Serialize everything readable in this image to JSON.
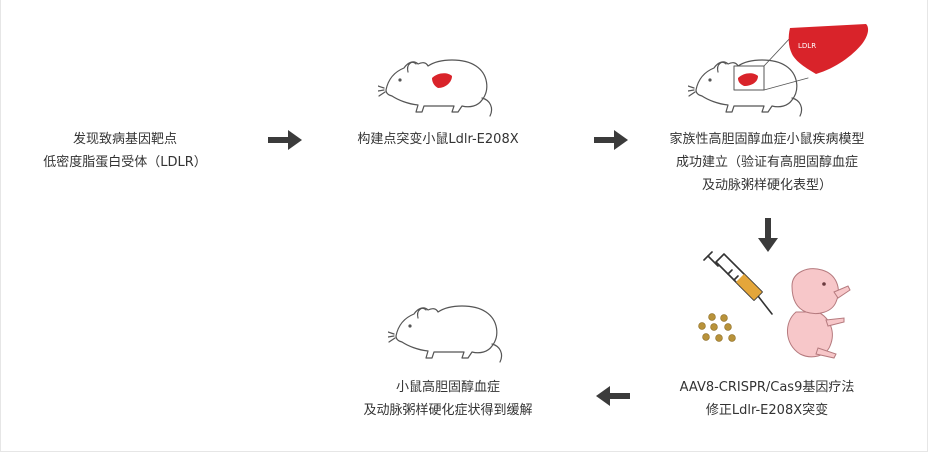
{
  "steps": {
    "s1": {
      "line1": "发现致病基因靶点",
      "line2": "低密度脂蛋白受体（LDLR）"
    },
    "s2": {
      "line1": "构建点突变小鼠Ldlr-E208X"
    },
    "s3": {
      "line1": "家族性高胆固醇血症小鼠疾病模型",
      "line2": "成功建立（验证有高胆固醇血症",
      "line3": "及动脉粥样硬化表型）"
    },
    "s4": {
      "line1": "AAV8-CRISPR/Cas9基因疗法",
      "line2": "修正Ldlr-E208X突变"
    },
    "s5": {
      "line1": "小鼠高胆固醇血症",
      "line2": "及动脉粥样硬化症状得到缓解"
    }
  },
  "liver_label": "LDLR",
  "colors": {
    "arrow": "#3b3b3b",
    "liver": "#d9232a",
    "pup": "#f7c7c9",
    "line": "#555555",
    "dots": "#b8923a"
  }
}
